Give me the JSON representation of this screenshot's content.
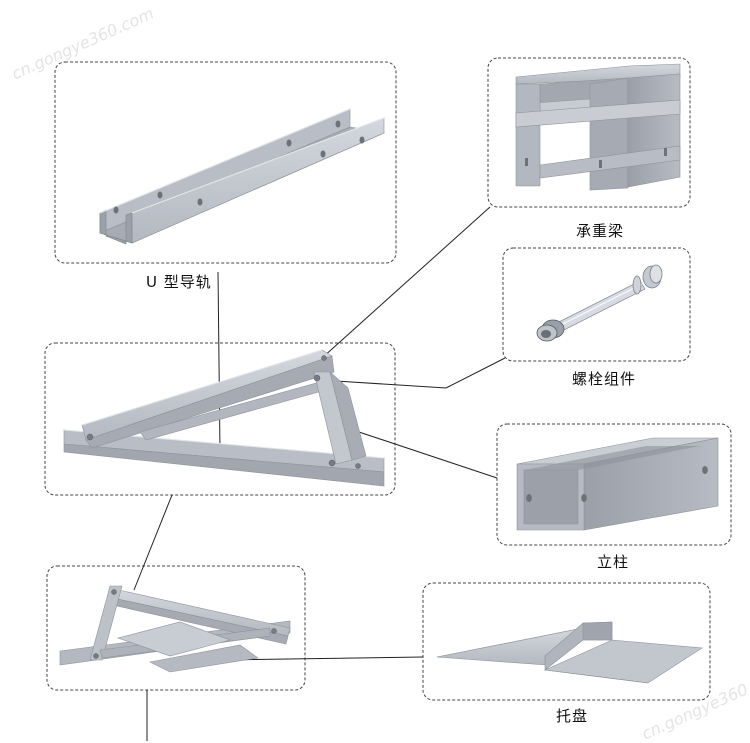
{
  "labels": {
    "u_rail": "U 型导轨",
    "beam": "承重梁",
    "bolt": "螺栓组件",
    "column": "立柱",
    "tray": "托盘"
  },
  "watermark": "cn.gongye360.com",
  "colors": {
    "metal_light": "#c3c8d0",
    "metal_mid": "#a9aeb6",
    "metal_dark": "#8a9098",
    "box_border": "#444444",
    "leader": "#222222"
  }
}
